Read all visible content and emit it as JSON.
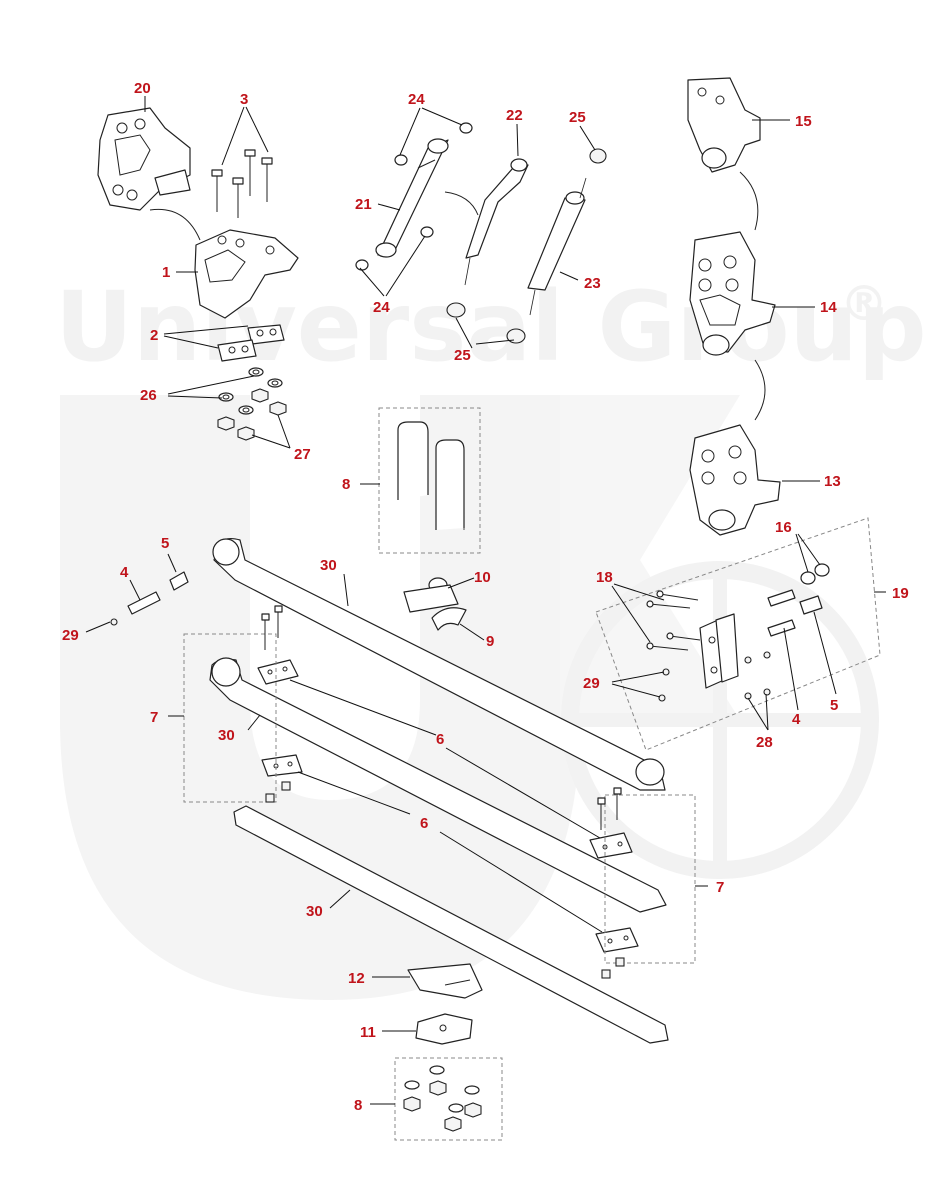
{
  "watermark": {
    "text": "Universal Group",
    "mark": "®"
  },
  "callout_color": "#c0141b",
  "callouts": [
    {
      "id": "c1",
      "label": "1"
    },
    {
      "id": "c2",
      "label": "2"
    },
    {
      "id": "c3",
      "label": "3"
    },
    {
      "id": "c4a",
      "label": "4"
    },
    {
      "id": "c4b",
      "label": "4"
    },
    {
      "id": "c5a",
      "label": "5"
    },
    {
      "id": "c5b",
      "label": "5"
    },
    {
      "id": "c6a",
      "label": "6"
    },
    {
      "id": "c6b",
      "label": "6"
    },
    {
      "id": "c7a",
      "label": "7"
    },
    {
      "id": "c7b",
      "label": "7"
    },
    {
      "id": "c8a",
      "label": "8"
    },
    {
      "id": "c8b",
      "label": "8"
    },
    {
      "id": "c9",
      "label": "9"
    },
    {
      "id": "c10",
      "label": "10"
    },
    {
      "id": "c11",
      "label": "11"
    },
    {
      "id": "c12",
      "label": "12"
    },
    {
      "id": "c13",
      "label": "13"
    },
    {
      "id": "c14",
      "label": "14"
    },
    {
      "id": "c15",
      "label": "15"
    },
    {
      "id": "c16",
      "label": "16"
    },
    {
      "id": "c18",
      "label": "18"
    },
    {
      "id": "c19",
      "label": "19"
    },
    {
      "id": "c20",
      "label": "20"
    },
    {
      "id": "c21",
      "label": "21"
    },
    {
      "id": "c22",
      "label": "22"
    },
    {
      "id": "c23",
      "label": "23"
    },
    {
      "id": "c24a",
      "label": "24"
    },
    {
      "id": "c24b",
      "label": "24"
    },
    {
      "id": "c25a",
      "label": "25"
    },
    {
      "id": "c25b",
      "label": "25"
    },
    {
      "id": "c26",
      "label": "26"
    },
    {
      "id": "c27",
      "label": "27"
    },
    {
      "id": "c28",
      "label": "28"
    },
    {
      "id": "c29a",
      "label": "29"
    },
    {
      "id": "c29b",
      "label": "29"
    },
    {
      "id": "c30a",
      "label": "30"
    },
    {
      "id": "c30b",
      "label": "30"
    },
    {
      "id": "c30c",
      "label": "30"
    }
  ]
}
